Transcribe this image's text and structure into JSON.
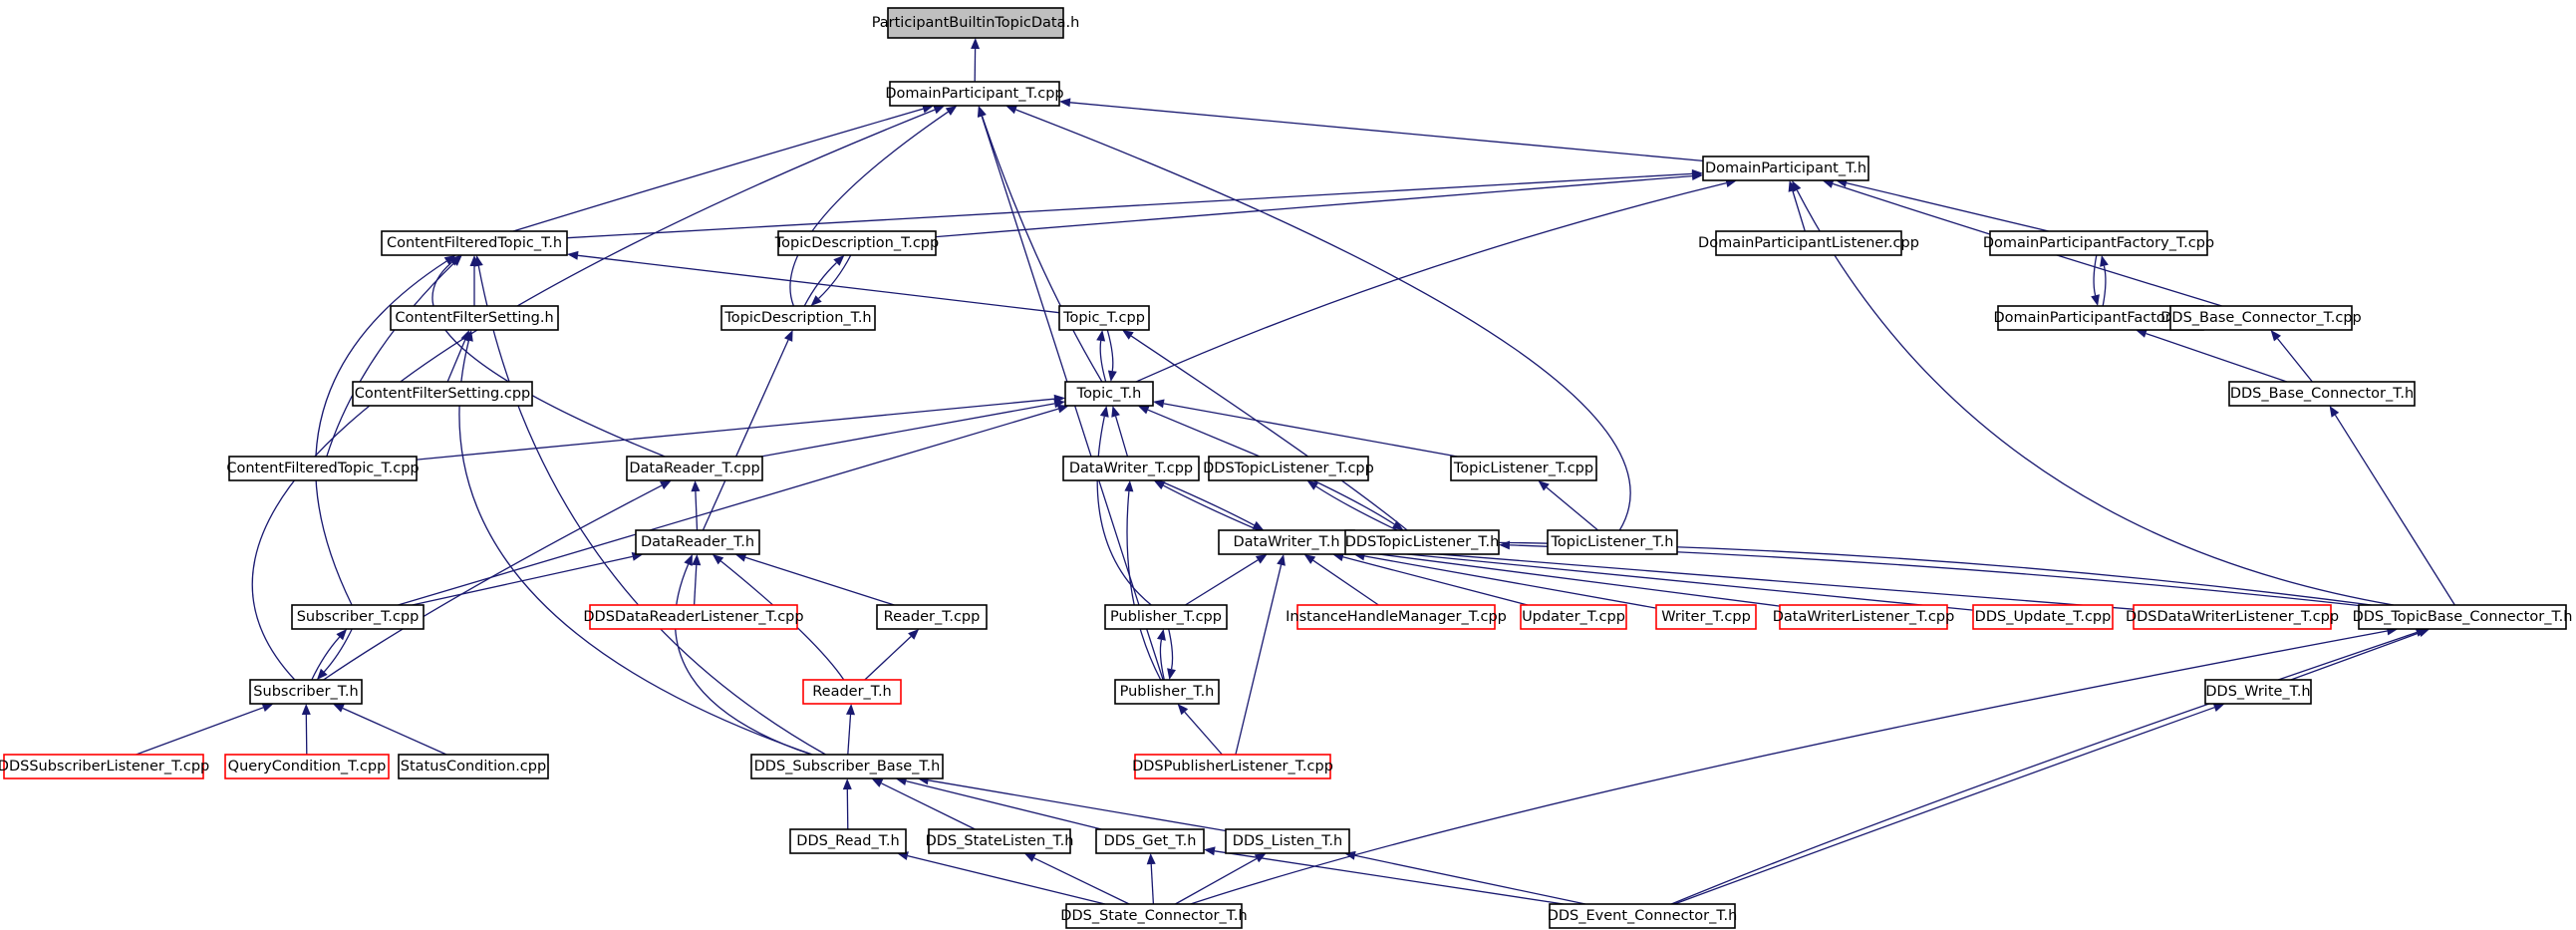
{
  "colors": {
    "box": "#000000",
    "red_box": "#ff0000",
    "root_fill": "#bfbfbf",
    "edge": "#191970"
  },
  "nodes": [
    {
      "id": "root",
      "label": "ParticipantBuiltinTopicData.h",
      "style": "root"
    },
    {
      "id": "dp_cpp",
      "label": "DomainParticipant_T.cpp",
      "style": "black"
    },
    {
      "id": "dp_h",
      "label": "DomainParticipant_T.h",
      "style": "black"
    },
    {
      "id": "cft_h",
      "label": "ContentFilteredTopic_T.h",
      "style": "black"
    },
    {
      "id": "td_cpp",
      "label": "TopicDescription_T.cpp",
      "style": "black"
    },
    {
      "id": "dpl_cpp",
      "label": "DomainParticipantListener.cpp",
      "style": "black"
    },
    {
      "id": "dpf_cpp",
      "label": "DomainParticipantFactory_T.cpp",
      "style": "black"
    },
    {
      "id": "cfs_h",
      "label": "ContentFilterSetting.h",
      "style": "black"
    },
    {
      "id": "td_h",
      "label": "TopicDescription_T.h",
      "style": "black"
    },
    {
      "id": "topic_cpp",
      "label": "Topic_T.cpp",
      "style": "black"
    },
    {
      "id": "dpf_h",
      "label": "DomainParticipantFactory_T.h",
      "style": "black"
    },
    {
      "id": "dbc_cpp",
      "label": "DDS_Base_Connector_T.cpp",
      "style": "black"
    },
    {
      "id": "cfs_cpp",
      "label": "ContentFilterSetting.cpp",
      "style": "black"
    },
    {
      "id": "topic_h",
      "label": "Topic_T.h",
      "style": "black"
    },
    {
      "id": "dbc_h",
      "label": "DDS_Base_Connector_T.h",
      "style": "black"
    },
    {
      "id": "cft_cpp",
      "label": "ContentFilteredTopic_T.cpp",
      "style": "black"
    },
    {
      "id": "dr_cpp",
      "label": "DataReader_T.cpp",
      "style": "black"
    },
    {
      "id": "dw_cpp",
      "label": "DataWriter_T.cpp",
      "style": "black"
    },
    {
      "id": "ddstl_cpp",
      "label": "DDSTopicListener_T.cpp",
      "style": "black"
    },
    {
      "id": "tl_cpp",
      "label": "TopicListener_T.cpp",
      "style": "black"
    },
    {
      "id": "dr_h",
      "label": "DataReader_T.h",
      "style": "black"
    },
    {
      "id": "dw_h",
      "label": "DataWriter_T.h",
      "style": "black"
    },
    {
      "id": "ddstl_h",
      "label": "DDSTopicListener_T.h",
      "style": "black"
    },
    {
      "id": "tl_h",
      "label": "TopicListener_T.h",
      "style": "black"
    },
    {
      "id": "sub_cpp",
      "label": "Subscriber_T.cpp",
      "style": "black"
    },
    {
      "id": "ddsdrl_cpp",
      "label": "DDSDataReaderListener_T.cpp",
      "style": "red"
    },
    {
      "id": "reader_cpp",
      "label": "Reader_T.cpp",
      "style": "black"
    },
    {
      "id": "pub_cpp",
      "label": "Publisher_T.cpp",
      "style": "black"
    },
    {
      "id": "ihm_cpp",
      "label": "InstanceHandleManager_T.cpp",
      "style": "red"
    },
    {
      "id": "upd_cpp",
      "label": "Updater_T.cpp",
      "style": "red"
    },
    {
      "id": "writer_cpp",
      "label": "Writer_T.cpp",
      "style": "red"
    },
    {
      "id": "dwl_cpp",
      "label": "DataWriterListener_T.cpp",
      "style": "red"
    },
    {
      "id": "ddsupd_cpp",
      "label": "DDS_Update_T.cpp",
      "style": "red"
    },
    {
      "id": "ddsdwl_cpp",
      "label": "DDSDataWriterListener_T.cpp",
      "style": "red"
    },
    {
      "id": "dtbc_h",
      "label": "DDS_TopicBase_Connector_T.h",
      "style": "black"
    },
    {
      "id": "sub_h",
      "label": "Subscriber_T.h",
      "style": "black"
    },
    {
      "id": "reader_h",
      "label": "Reader_T.h",
      "style": "red"
    },
    {
      "id": "pub_h",
      "label": "Publisher_T.h",
      "style": "black"
    },
    {
      "id": "ddswrite_h",
      "label": "DDS_Write_T.h",
      "style": "black"
    },
    {
      "id": "ddssl_cpp",
      "label": "DDSSubscriberListener_T.cpp",
      "style": "red"
    },
    {
      "id": "qc_cpp",
      "label": "QueryCondition_T.cpp",
      "style": "red"
    },
    {
      "id": "sc_cpp",
      "label": "StatusCondition.cpp",
      "style": "black"
    },
    {
      "id": "dsb_h",
      "label": "DDS_Subscriber_Base_T.h",
      "style": "black"
    },
    {
      "id": "ddspl_cpp",
      "label": "DDSPublisherListener_T.cpp",
      "style": "red"
    },
    {
      "id": "ddsread_h",
      "label": "DDS_Read_T.h",
      "style": "black"
    },
    {
      "id": "ddssl_h",
      "label": "DDS_StateListen_T.h",
      "style": "black"
    },
    {
      "id": "ddsget_h",
      "label": "DDS_Get_T.h",
      "style": "black"
    },
    {
      "id": "ddslisten_h",
      "label": "DDS_Listen_T.h",
      "style": "black"
    },
    {
      "id": "dsc_h",
      "label": "DDS_State_Connector_T.h",
      "style": "black"
    },
    {
      "id": "dec_h",
      "label": "DDS_Event_Connector_T.h",
      "style": "black"
    }
  ],
  "edges": [
    [
      "dp_cpp",
      "root"
    ],
    [
      "dp_h",
      "dp_cpp"
    ],
    [
      "cft_h",
      "dp_cpp"
    ],
    [
      "td_h",
      "dp_cpp"
    ],
    [
      "topic_h",
      "dp_cpp"
    ],
    [
      "sub_h",
      "dp_cpp"
    ],
    [
      "pub_h",
      "dp_cpp"
    ],
    [
      "tl_h",
      "dp_cpp"
    ],
    [
      "cft_h",
      "dp_h"
    ],
    [
      "td_cpp",
      "dp_h"
    ],
    [
      "dpl_cpp",
      "dp_h"
    ],
    [
      "dpf_cpp",
      "dp_h"
    ],
    [
      "dbc_cpp",
      "dp_h"
    ],
    [
      "topic_h",
      "dp_h"
    ],
    [
      "dtbc_h",
      "dp_h"
    ],
    [
      "dpf_h",
      "dpf_cpp"
    ],
    [
      "dpf_cpp",
      "dpf_h"
    ],
    [
      "dbc_h",
      "dbc_cpp"
    ],
    [
      "dbc_h",
      "dpf_h"
    ],
    [
      "dtbc_h",
      "dbc_h"
    ],
    [
      "cfs_h",
      "cft_h"
    ],
    [
      "cft_cpp",
      "cft_h"
    ],
    [
      "dr_cpp",
      "cft_h"
    ],
    [
      "sub_cpp",
      "cft_h"
    ],
    [
      "dsb_h",
      "cft_h"
    ],
    [
      "topic_cpp",
      "cft_h"
    ],
    [
      "cfs_cpp",
      "cfs_h"
    ],
    [
      "dsb_h",
      "cfs_h"
    ],
    [
      "td_h",
      "td_cpp"
    ],
    [
      "td_cpp",
      "td_h"
    ],
    [
      "dr_h",
      "td_h"
    ],
    [
      "topic_h",
      "topic_cpp"
    ],
    [
      "topic_cpp",
      "topic_h"
    ],
    [
      "ddstl_h",
      "topic_cpp"
    ],
    [
      "cft_cpp",
      "topic_h"
    ],
    [
      "dr_cpp",
      "topic_h"
    ],
    [
      "dw_cpp",
      "topic_h"
    ],
    [
      "ddstl_cpp",
      "topic_h"
    ],
    [
      "tl_cpp",
      "topic_h"
    ],
    [
      "sub_cpp",
      "topic_h"
    ],
    [
      "pub_cpp",
      "topic_h"
    ],
    [
      "dr_h",
      "dr_cpp"
    ],
    [
      "sub_h",
      "dr_cpp"
    ],
    [
      "dw_h",
      "dw_cpp"
    ],
    [
      "dw_cpp",
      "dw_h"
    ],
    [
      "pub_h",
      "dw_cpp"
    ],
    [
      "ddstl_h",
      "ddstl_cpp"
    ],
    [
      "ddstl_cpp",
      "ddstl_h"
    ],
    [
      "tl_h",
      "tl_cpp"
    ],
    [
      "sub_cpp",
      "dr_h"
    ],
    [
      "ddsdrl_cpp",
      "dr_h"
    ],
    [
      "reader_cpp",
      "dr_h"
    ],
    [
      "reader_h",
      "dr_h"
    ],
    [
      "dsb_h",
      "dr_h"
    ],
    [
      "pub_cpp",
      "dw_h"
    ],
    [
      "ihm_cpp",
      "dw_h"
    ],
    [
      "upd_cpp",
      "dw_h"
    ],
    [
      "writer_cpp",
      "dw_h"
    ],
    [
      "dwl_cpp",
      "dw_h"
    ],
    [
      "ddsupd_cpp",
      "dw_h"
    ],
    [
      "ddsdwl_cpp",
      "dw_h"
    ],
    [
      "dtbc_h",
      "dw_h"
    ],
    [
      "ddspl_cpp",
      "dw_h"
    ],
    [
      "dtbc_h",
      "ddstl_h"
    ],
    [
      "sub_h",
      "sub_cpp"
    ],
    [
      "sub_cpp",
      "sub_h"
    ],
    [
      "reader_h",
      "reader_cpp"
    ],
    [
      "pub_h",
      "pub_cpp"
    ],
    [
      "pub_cpp",
      "pub_h"
    ],
    [
      "ddspl_cpp",
      "pub_h"
    ],
    [
      "ddssl_cpp",
      "sub_h"
    ],
    [
      "qc_cpp",
      "sub_h"
    ],
    [
      "sc_cpp",
      "sub_h"
    ],
    [
      "dsb_h",
      "reader_h"
    ],
    [
      "ddswrite_h",
      "dtbc_h"
    ],
    [
      "dsc_h",
      "dtbc_h"
    ],
    [
      "dec_h",
      "dtbc_h"
    ],
    [
      "dec_h",
      "ddswrite_h"
    ],
    [
      "ddsread_h",
      "dsb_h"
    ],
    [
      "ddssl_h",
      "dsb_h"
    ],
    [
      "ddsget_h",
      "dsb_h"
    ],
    [
      "ddslisten_h",
      "dsb_h"
    ],
    [
      "dsc_h",
      "ddsread_h"
    ],
    [
      "dsc_h",
      "ddssl_h"
    ],
    [
      "dsc_h",
      "ddsget_h"
    ],
    [
      "dec_h",
      "ddsget_h"
    ],
    [
      "dsc_h",
      "ddslisten_h"
    ],
    [
      "dec_h",
      "ddslisten_h"
    ]
  ]
}
